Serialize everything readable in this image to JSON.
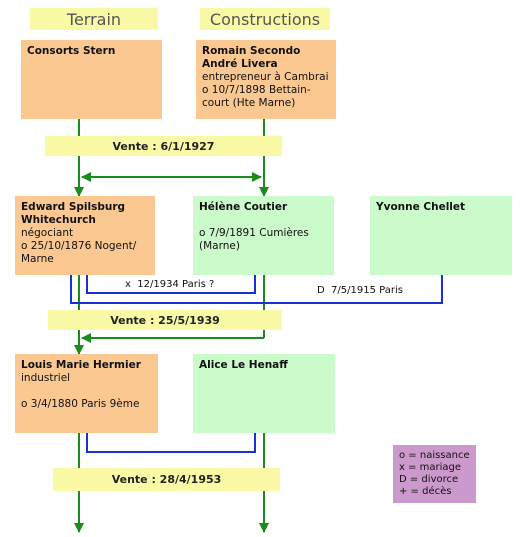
{
  "headers": {
    "terrain": "Terrain",
    "constructions": "Constructions"
  },
  "owners": {
    "consorts_stern": {
      "name": "Consorts Stern",
      "lines": []
    },
    "romain_livera": {
      "name": "Romain Secondo\nAndré Livera",
      "lines": [
        "entrepreneur à Cambrai",
        "o 10/7/1898 Bettain-\ncourt (Hte Marne)"
      ]
    },
    "edward_whitechurch": {
      "name": "Edward Spilsburg\nWhitechurch",
      "lines": [
        "négociant",
        "o 25/10/1876 Nogent/\nMarne"
      ]
    },
    "helene_coutier": {
      "name": "Hélène Coutier",
      "lines": [
        "",
        "o 7/9/1891 Cumières\n(Marne)"
      ]
    },
    "yvonne_chellet": {
      "name": "Yvonne Chellet",
      "lines": []
    },
    "louis_hermier": {
      "name": "Louis Marie Hermier",
      "lines": [
        "industriel",
        "",
        "o 3/4/1880 Paris 9ème"
      ]
    },
    "alice_le_henaff": {
      "name": "Alice Le Henaff",
      "lines": []
    }
  },
  "sales": [
    "Vente : 6/1/1927",
    "Vente : 25/5/1939",
    "Vente : 28/4/1953"
  ],
  "relations": {
    "marriage": "x  12/1934 Paris ?",
    "divorce": "D  7/5/1915 Paris"
  },
  "legend": [
    "o = naissance",
    "x = mariage",
    "D = divorce",
    "+ = décès"
  ],
  "colors": {
    "header_bg": "#fafaa6",
    "terrain_owner_bg": "#fbc892",
    "construction_owner_bg": "#cbfacb",
    "legend_bg": "#cc99cc",
    "ownership_line": "#1a8c1a",
    "marriage_line": "#1a2fd6"
  }
}
